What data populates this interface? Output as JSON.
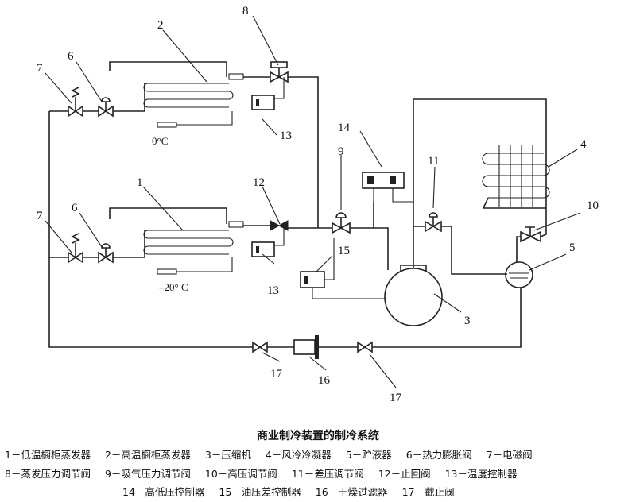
{
  "title": "商业制冷装置的制冷系统",
  "component_numbers": {
    "n1": "1",
    "n2": "2",
    "n3": "3",
    "n4": "4",
    "n5": "5",
    "n6a": "6",
    "n6b": "6",
    "n7a": "7",
    "n7b": "7",
    "n8": "8",
    "n9": "9",
    "n10": "10",
    "n11": "11",
    "n12": "12",
    "n13a": "13",
    "n13b": "13",
    "n14": "14",
    "n15": "15",
    "n16": "16",
    "n17a": "17",
    "n17b": "17"
  },
  "temperatures": {
    "high": "0°C",
    "low": "–20° C"
  },
  "legend": [
    [
      "1－低温橱柜蒸发器",
      "2－高温橱柜蒸发器",
      "3－压缩机",
      "4－风冷冷凝器",
      "5－贮液器",
      "6－热力膨胀阀",
      "7－电磁阀"
    ],
    [
      "8－蒸发压力调节阀",
      "9－吸气压力调节阀",
      "10－高压调节阀",
      "11－差压调节阀",
      "12－止回阀",
      "13－温度控制器"
    ],
    [
      "14－高低压控制器",
      "15－油压差控制器",
      "16－干燥过滤器",
      "17－截止阀"
    ]
  ]
}
